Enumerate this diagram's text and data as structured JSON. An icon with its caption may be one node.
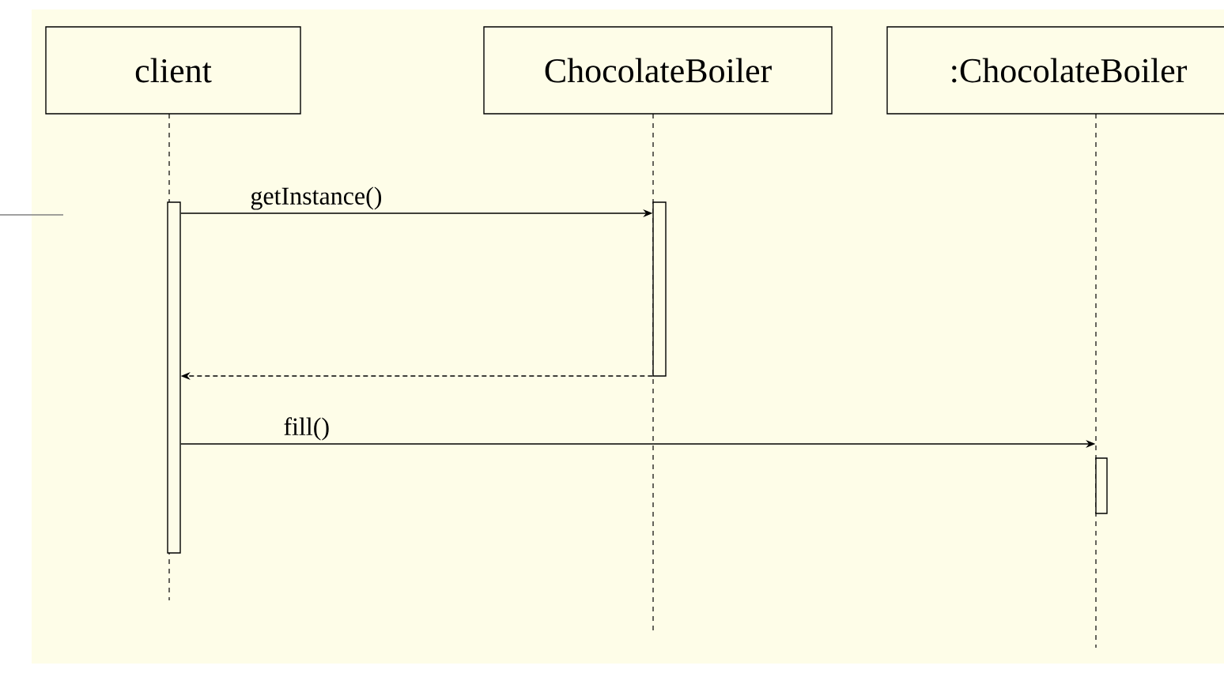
{
  "diagram": {
    "nodes": [
      {
        "text": [
          "client"
        ]
      },
      {
        "text": [
          "ChocolateBoiler"
        ]
      },
      {
        "text": [
          ":ChocolateBoiler"
        ]
      },
      {
        "text": [],
        "shape": "bar"
      },
      {
        "text": [],
        "shape": "bar"
      },
      {
        "text": [],
        "shape": "bar"
      }
    ],
    "edges": [
      {
        "from": 3,
        "to": 4,
        "arrow": "to",
        "label": "getInstance()"
      },
      {
        "from": 4,
        "to": 3,
        "arrow": "to",
        "style": "dashed"
      },
      {
        "from": 3,
        "to": 5,
        "arrow": "to",
        "label": "fill()"
      }
    ]
  }
}
